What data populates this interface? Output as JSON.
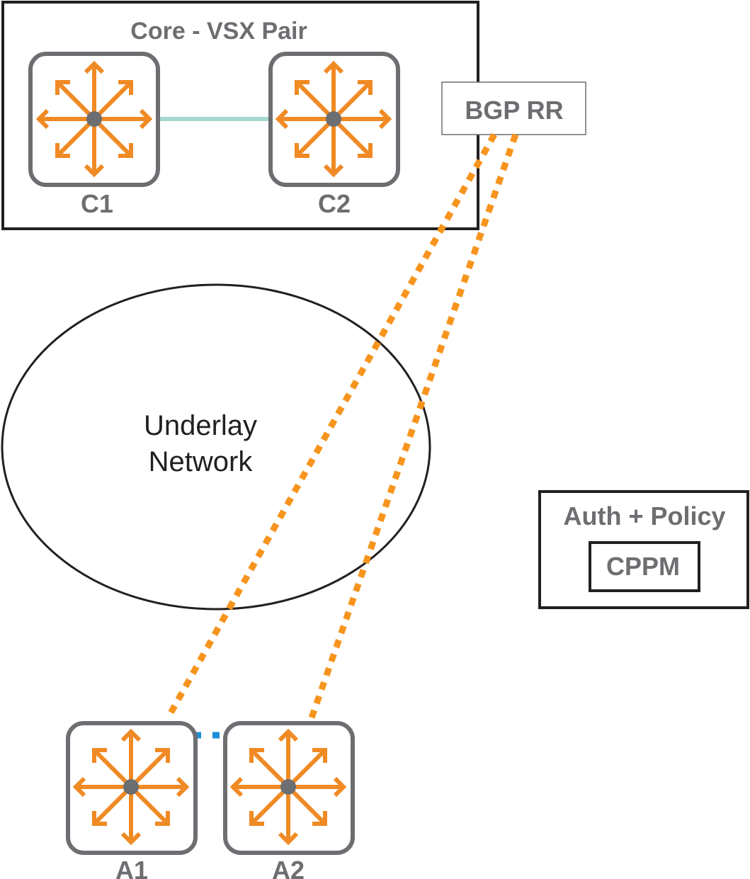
{
  "core_group": {
    "title": "Core - VSX Pair"
  },
  "switches": [
    {
      "id": "c1",
      "label": "C1"
    },
    {
      "id": "c2",
      "label": "C2"
    },
    {
      "id": "a1",
      "label": "A1"
    },
    {
      "id": "a2",
      "label": "A2"
    }
  ],
  "bgp_rr": {
    "label": "BGP RR"
  },
  "underlay": {
    "line1": "Underlay",
    "line2": "Network"
  },
  "auth_policy": {
    "title": "Auth + Policy",
    "cppm_label": "CPPM"
  },
  "colors": {
    "switch_icon": "#f08a24",
    "switch_frame": "#6d6e71",
    "vsx_link": "#a8d8cf",
    "bgp_session": "#f7941d",
    "access_link": "#1b8ed8",
    "outline": "#231f20"
  },
  "icons": {
    "switch": "switch-icon"
  }
}
